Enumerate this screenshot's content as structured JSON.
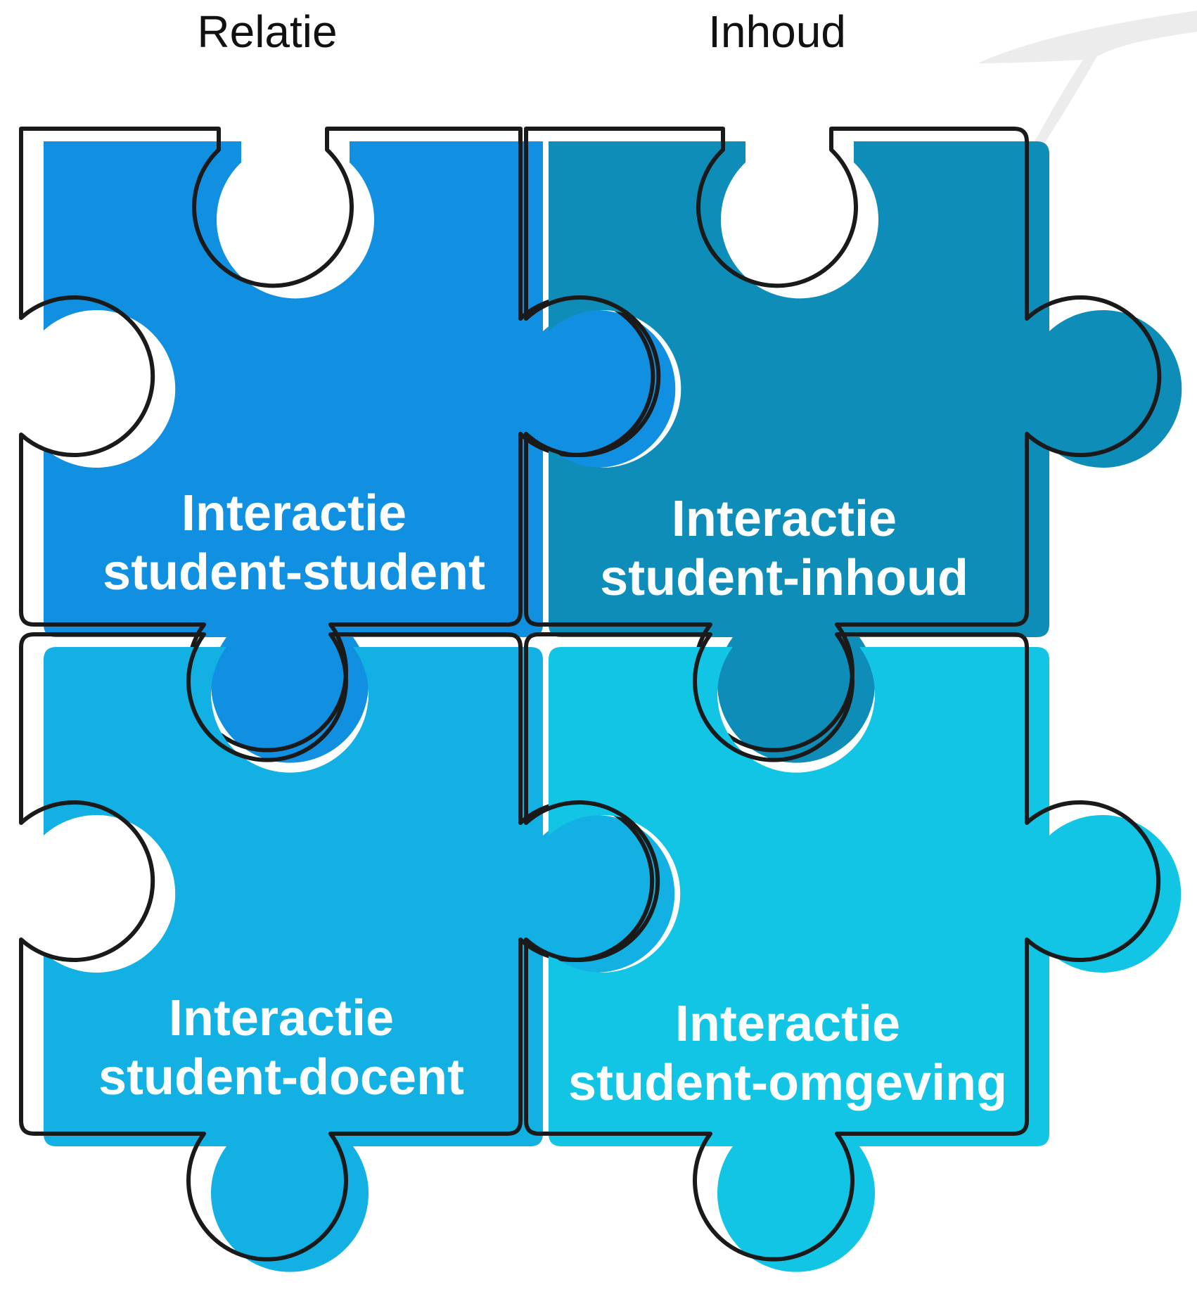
{
  "headers": {
    "left": "Relatie",
    "right": "Inhoud"
  },
  "pieces": {
    "top_left": {
      "line1": "Interactie",
      "line2": "student-student",
      "color": "#1190E2"
    },
    "top_right": {
      "line1": "Interactie",
      "line2": "student-inhoud",
      "color": "#0E8DB8"
    },
    "bottom_left": {
      "line1": "Interactie",
      "line2": "student-docent",
      "color": "#12B0E3"
    },
    "bottom_right": {
      "line1": "Interactie",
      "line2": "student-omgeving",
      "color": "#12C5E4"
    }
  },
  "colors": {
    "outline": "#1a1a1a",
    "watermark": "#ececec"
  }
}
